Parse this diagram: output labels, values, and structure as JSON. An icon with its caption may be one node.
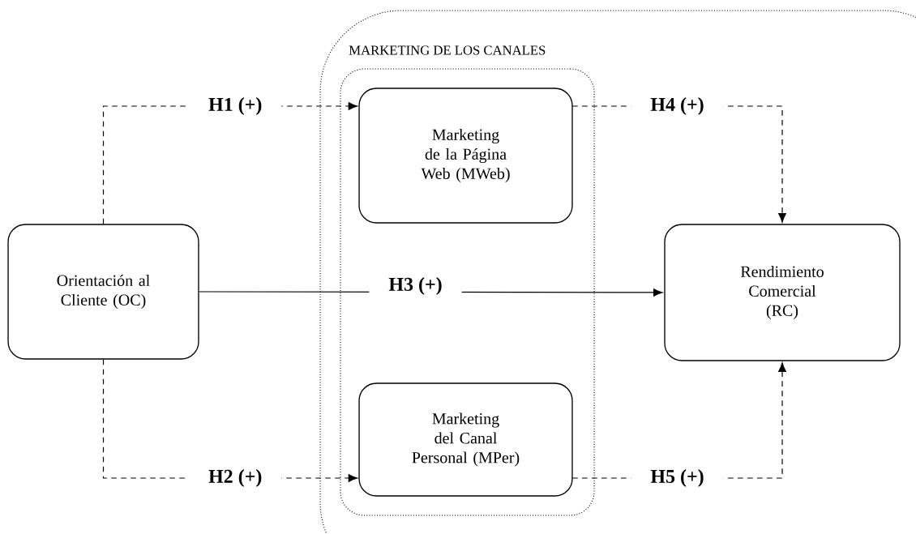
{
  "diagram": {
    "nodes": [
      {
        "text": [
          "Orientación al Cliente (OC)"
        ]
      },
      {
        "text": [
          "MARKETING DE LOS CANALES"
        ]
      },
      {
        "text": [],
        "shape": "box",
        "in": 1
      },
      {
        "text": [
          "Marketing de la Página Web (MWeb)"
        ],
        "in": 2
      },
      {
        "text": [
          "Marketing del Canal Personal (MPer)"
        ],
        "in": 2
      },
      {
        "text": [
          "Rendimiento Comercial (RC)"
        ],
        "in": 1
      }
    ],
    "edges": [
      {
        "from": 0,
        "to": 3,
        "arrow": "to",
        "label": "H1 (+)",
        "style": "dashed"
      },
      {
        "from": 0,
        "to": 4,
        "arrow": "to",
        "label": "H2 (+)",
        "style": "dashed"
      },
      {
        "from": 0,
        "to": 5,
        "arrow": "to",
        "label": "H3 (+)"
      },
      {
        "from": 3,
        "to": 5,
        "arrow": "to",
        "label": "H4 (+)",
        "style": "dashed"
      },
      {
        "from": 4,
        "to": 5,
        "arrow": "to",
        "label": "H5 (+)",
        "style": "dashed"
      }
    ]
  }
}
